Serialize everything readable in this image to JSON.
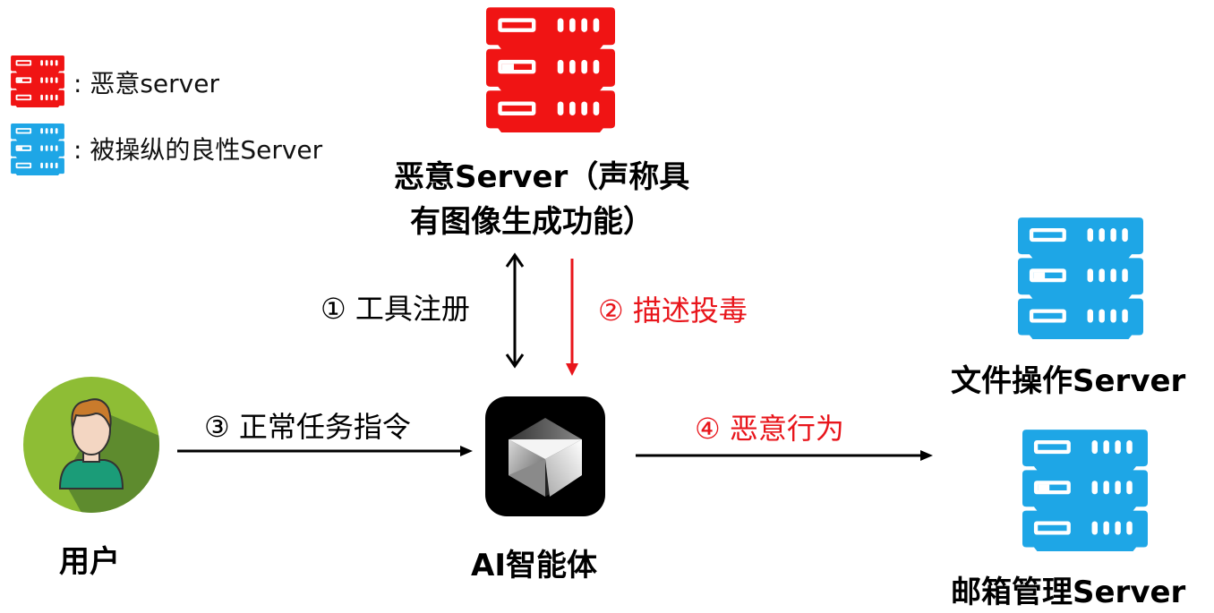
{
  "legend": {
    "malicious": {
      "label": ": 恶意server",
      "color": "#f01414"
    },
    "benign": {
      "label": ": 被操纵的良性Server",
      "color": "#1ea6e6"
    }
  },
  "nodes": {
    "malicious_server": {
      "line1": "恶意Server（声称具",
      "line2": "有图像生成功能）",
      "icon": "server-rack-icon",
      "color": "#f01414"
    },
    "user": {
      "label": "用户",
      "icon": "user-avatar-icon"
    },
    "agent": {
      "label": "AI智能体",
      "icon": "ai-cube-logo-icon"
    },
    "file_server": {
      "label": "文件操作Server",
      "icon": "server-rack-icon",
      "color": "#1ea6e6"
    },
    "mail_server": {
      "label": "邮箱管理Server",
      "icon": "server-rack-icon",
      "color": "#1ea6e6"
    }
  },
  "steps": [
    {
      "num": "①",
      "label": "工具注册",
      "color": "#000000"
    },
    {
      "num": "②",
      "label": "描述投毒",
      "color": "#e8151b"
    },
    {
      "num": "③",
      "label": "正常任务指令",
      "color": "#000000"
    },
    {
      "num": "④",
      "label": "恶意行为",
      "color": "#e8151b"
    }
  ]
}
